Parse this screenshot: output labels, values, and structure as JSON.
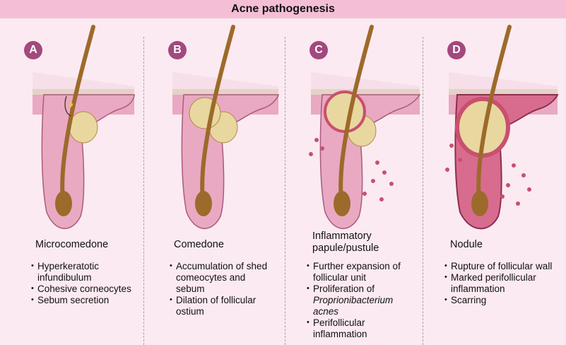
{
  "title": "Acne pathogenesis",
  "panels": [
    {
      "badge": "A",
      "stage": "Microcomedone",
      "bullets": [
        "Hyperkeratotic infundibulum",
        "Cohesive corneocytes",
        "Sebum secretion"
      ]
    },
    {
      "badge": "B",
      "stage": "Comedone",
      "bullets": [
        "Accumulation of shed comeocytes and sebum",
        "Dilation of follicular ostium"
      ]
    },
    {
      "badge": "C",
      "stage": "Inflammatory papule/pustule",
      "bullets": [
        "Further expansion of follicular unit",
        "Proliferation of",
        "Proprionibacterium acnes",
        "Perifollicular inflammation"
      ]
    },
    {
      "badge": "D",
      "stage": "Nodule",
      "bullets": [
        "Rupture of follicular wall",
        "Marked perifollicular inflammation",
        "Scarring"
      ]
    }
  ],
  "colors": {
    "header_band": "#f4bfd6",
    "background": "#fbeaf1",
    "badge": "#a2497e",
    "skin": "#e9a9c2",
    "hair": "#9c6a2a",
    "sebum": "#e9d7a0",
    "inflammation": "#c8506e"
  }
}
